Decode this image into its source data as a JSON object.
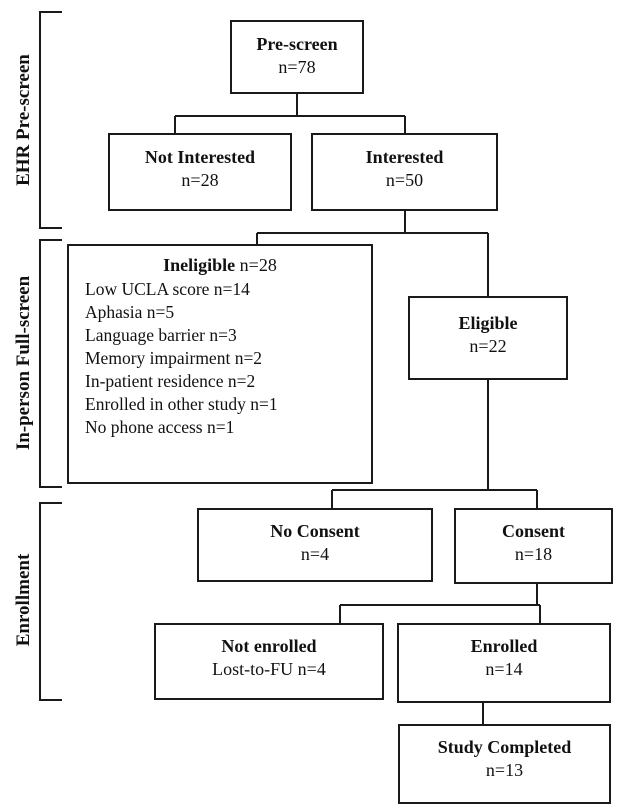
{
  "phases": {
    "ehr": "EHR Pre-screen",
    "full": "In-person Full-screen",
    "enroll": "Enrollment"
  },
  "boxes": {
    "prescreen": {
      "title": "Pre-screen",
      "n": "n=78"
    },
    "not_interested": {
      "title": "Not Interested",
      "n": "n=28"
    },
    "interested": {
      "title": "Interested",
      "n": "n=50"
    },
    "ineligible": {
      "title": "Ineligible",
      "n": " n=28",
      "reasons": [
        "Low UCLA score n=14",
        "Aphasia n=5",
        "Language barrier n=3",
        "Memory impairment n=2",
        "In-patient residence n=2",
        "Enrolled in other study n=1",
        "No phone access n=1"
      ]
    },
    "eligible": {
      "title": "Eligible",
      "n": "n=22"
    },
    "no_consent": {
      "title": "No Consent",
      "n": "n=4"
    },
    "consent": {
      "title": "Consent",
      "n": "n=18"
    },
    "not_enrolled": {
      "title": "Not enrolled",
      "n": "Lost-to-FU n=4"
    },
    "enrolled": {
      "title": "Enrolled",
      "n": "n=14"
    },
    "completed": {
      "title": "Study Completed",
      "n": "n=13"
    }
  }
}
